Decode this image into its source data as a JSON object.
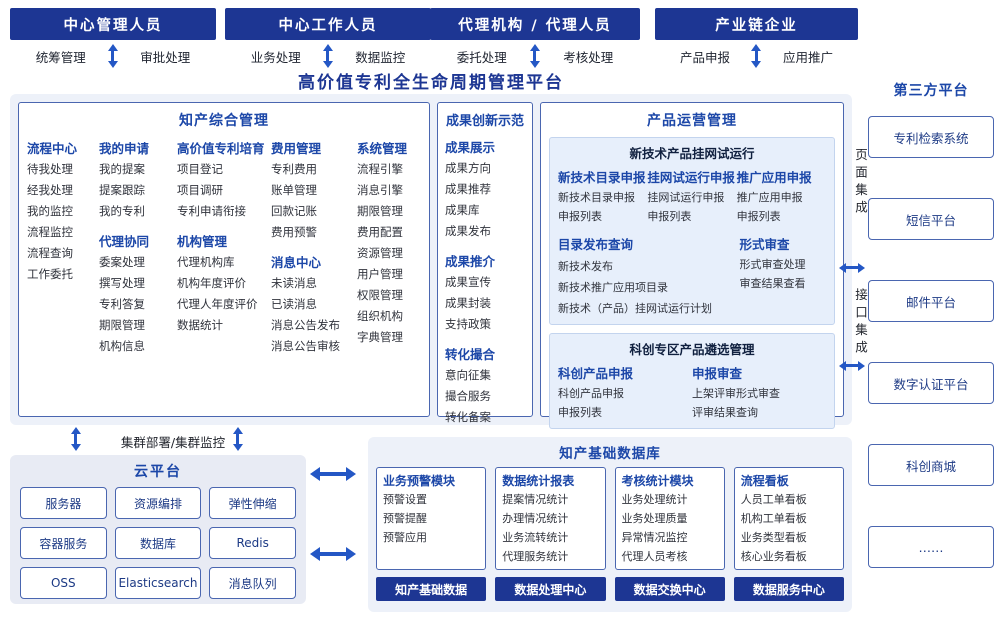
{
  "colors": {
    "header_bg": "#1d3693",
    "accent": "#1c47a8",
    "arrow": "#2457c5",
    "panel_border": "#4a66b0",
    "light_bg": "#edf1f9",
    "subbox_bg": "#e7effb"
  },
  "roles": [
    {
      "title": "中心管理人员",
      "left": "统筹管理",
      "right": "审批处理"
    },
    {
      "title": "中心工作人员",
      "left": "业务处理",
      "right": "数据监控"
    },
    {
      "title": "代理机构 / 代理人员",
      "left": "委托处理",
      "right": "考核处理"
    },
    {
      "title": "产业链企业",
      "left": "产品申报",
      "right": "应用推广"
    }
  ],
  "title": "高价值专利全生命周期管理平台",
  "ip": {
    "title": "知产综合管理",
    "c0g0": {
      "h": "流程中心",
      "items": [
        "待我处理",
        "经我处理",
        "我的监控",
        "流程监控",
        "流程查询",
        "工作委托"
      ]
    },
    "c1g0": {
      "h": "我的申请",
      "items": [
        "我的提案",
        "提案跟踪",
        "我的专利"
      ]
    },
    "c1g1": {
      "h": "代理协同",
      "items": [
        "委案处理",
        "撰写处理",
        "专利答复",
        "期限管理",
        "机构信息"
      ]
    },
    "c2g0": {
      "h": "高价值专利培育",
      "items": [
        "项目登记",
        "项目调研",
        "专利申请衔接"
      ]
    },
    "c2g1": {
      "h": "机构管理",
      "items": [
        "代理机构库",
        "机构年度评价",
        "代理人年度评价",
        "数据统计"
      ]
    },
    "c3g0": {
      "h": "费用管理",
      "items": [
        "专利费用",
        "账单管理",
        "回款记账",
        "费用预警"
      ]
    },
    "c3g1": {
      "h": "消息中心",
      "items": [
        "未读消息",
        "已读消息",
        "消息公告发布",
        "消息公告审核"
      ]
    },
    "c4g0": {
      "h": "系统管理",
      "items": [
        "流程引擎",
        "消息引擎",
        "期限管理",
        "费用配置",
        "资源管理",
        "用户管理",
        "权限管理",
        "组织机构",
        "字典管理"
      ]
    }
  },
  "ach": {
    "title": "成果创新示范",
    "g0": {
      "h": "成果展示",
      "items": [
        "成果方向",
        "成果推荐",
        "成果库",
        "成果发布"
      ]
    },
    "g1": {
      "h": "成果推介",
      "items": [
        "成果宣传",
        "成果封装",
        "支持政策"
      ]
    },
    "g2": {
      "h": "转化撮合",
      "items": [
        "意向征集",
        "撮合服务",
        "转化备案"
      ]
    }
  },
  "ops": {
    "title": "产品运营管理",
    "box1": {
      "title": "新技术产品挂网试运行",
      "g0": {
        "h": "新技术目录申报",
        "items": [
          "新技术目录申报",
          "申报列表"
        ]
      },
      "g1": {
        "h": "挂网试运行申报",
        "items": [
          "挂网试运行申报",
          "申报列表"
        ]
      },
      "g2": {
        "h": "推广应用申报",
        "items": [
          "推广应用申报",
          "申报列表"
        ]
      },
      "g3": {
        "h": "目录发布查询",
        "items": [
          "新技术发布",
          "新技术推广应用项目录",
          "新技术（产品）挂网试运行计划"
        ]
      },
      "g4": {
        "h": "形式审查",
        "items": [
          "形式审查处理",
          "审查结果查看"
        ]
      }
    },
    "box2": {
      "title": "科创专区产品遴选管理",
      "g0": {
        "h": "科创产品申报",
        "items": [
          "科创产品申报",
          "申报列表"
        ]
      },
      "g1": {
        "h": "申报审查",
        "items": [
          "上架评审形式审查",
          "评审结果查询"
        ]
      }
    }
  },
  "third": {
    "title": "第三方平台",
    "items": [
      "专利检索系统",
      "短信平台",
      "邮件平台",
      "数字认证平台",
      "科创商城",
      "……"
    ]
  },
  "integration": {
    "page": "页面集成",
    "api": "接口集成"
  },
  "cluster": "集群部署/集群监控",
  "cloud": {
    "title": "云平台",
    "items": [
      "服务器",
      "资源编排",
      "弹性伸缩",
      "容器服务",
      "数据库",
      "Redis",
      "OSS",
      "Elasticsearch",
      "消息队列"
    ]
  },
  "datap": {
    "title": "知产基础数据库",
    "m0": {
      "h": "业务预警模块",
      "items": [
        "预警设置",
        "预警提醒",
        "预警应用"
      ],
      "footer": "知产基础数据"
    },
    "m1": {
      "h": "数据统计报表",
      "items": [
        "提案情况统计",
        "办理情况统计",
        "业务流转统计",
        "代理服务统计"
      ],
      "footer": "数据处理中心"
    },
    "m2": {
      "h": "考核统计模块",
      "items": [
        "业务处理统计",
        "业务处理质量",
        "异常情况监控",
        "代理人员考核"
      ],
      "footer": "数据交换中心"
    },
    "m3": {
      "h": "流程看板",
      "items": [
        "人员工单看板",
        "机构工单看板",
        "业务类型看板",
        "核心业务看板"
      ],
      "footer": "数据服务中心"
    }
  }
}
